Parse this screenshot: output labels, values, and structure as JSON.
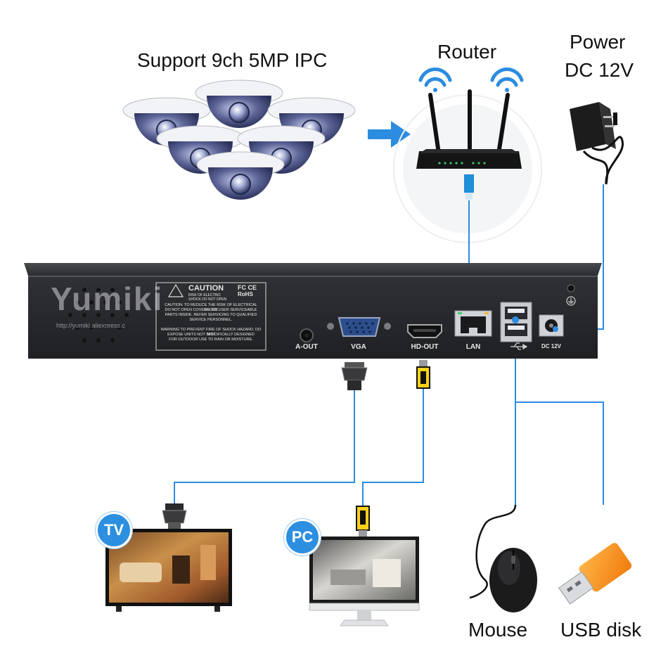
{
  "diagram": {
    "top": {
      "support_text": "Support  9ch  5MP  IPC",
      "router_label": "Router",
      "power_label_line1": "Power",
      "power_label_line2": "DC 12V"
    },
    "nvr": {
      "watermark": "Yumiki",
      "watermark_url": "http://yumiki.aliexpress.c",
      "caution_title": "CAUTION",
      "caution_sub": "RISK OF ELECTRIC SHOCK DO NOT OPEN",
      "caution_lines": [
        "CAUTION: TO REDUCE THE RISK OF ELECTRICAL SHOCK",
        "DO NOT OPEN COVERS. NO USER SERVICEABLE",
        "PARTS INSIDE. REFER SERVICING TO QUALIFIED",
        "SERVICE PERSONNEL.",
        "WARNING TO PREVENT FIRE OF SHOCK HAZARD. DO NOT",
        "EXPOSE UNITS NOT SPECIFICALLY DESIGNED",
        "FOR OUTDOOR USE TO RAIN OR MOISTURE."
      ],
      "cert_marks": "FC CE",
      "rohs": "RoHS",
      "ports": {
        "aout": "A-OUT",
        "vga": "VGA",
        "hdout": "HD-OUT",
        "lan": "LAN",
        "dc": "DC 12V"
      }
    },
    "devices": {
      "tv_badge": "TV",
      "pc_badge": "PC",
      "mouse_label": "Mouse",
      "usb_label": "USB disk"
    }
  },
  "colors": {
    "cable": "#2b8ce0",
    "arrow": "#2b8ce0",
    "badge": "#2d8fe0",
    "nvr_body": "#2c2d30"
  },
  "icons": [
    "dome-camera-icon",
    "router-icon",
    "wifi-icon",
    "power-adapter-icon",
    "vga-connector-icon",
    "hdmi-connector-icon",
    "ethernet-port-icon",
    "usb-port-icon",
    "tv-icon",
    "monitor-icon",
    "mouse-icon",
    "usb-drive-icon"
  ]
}
